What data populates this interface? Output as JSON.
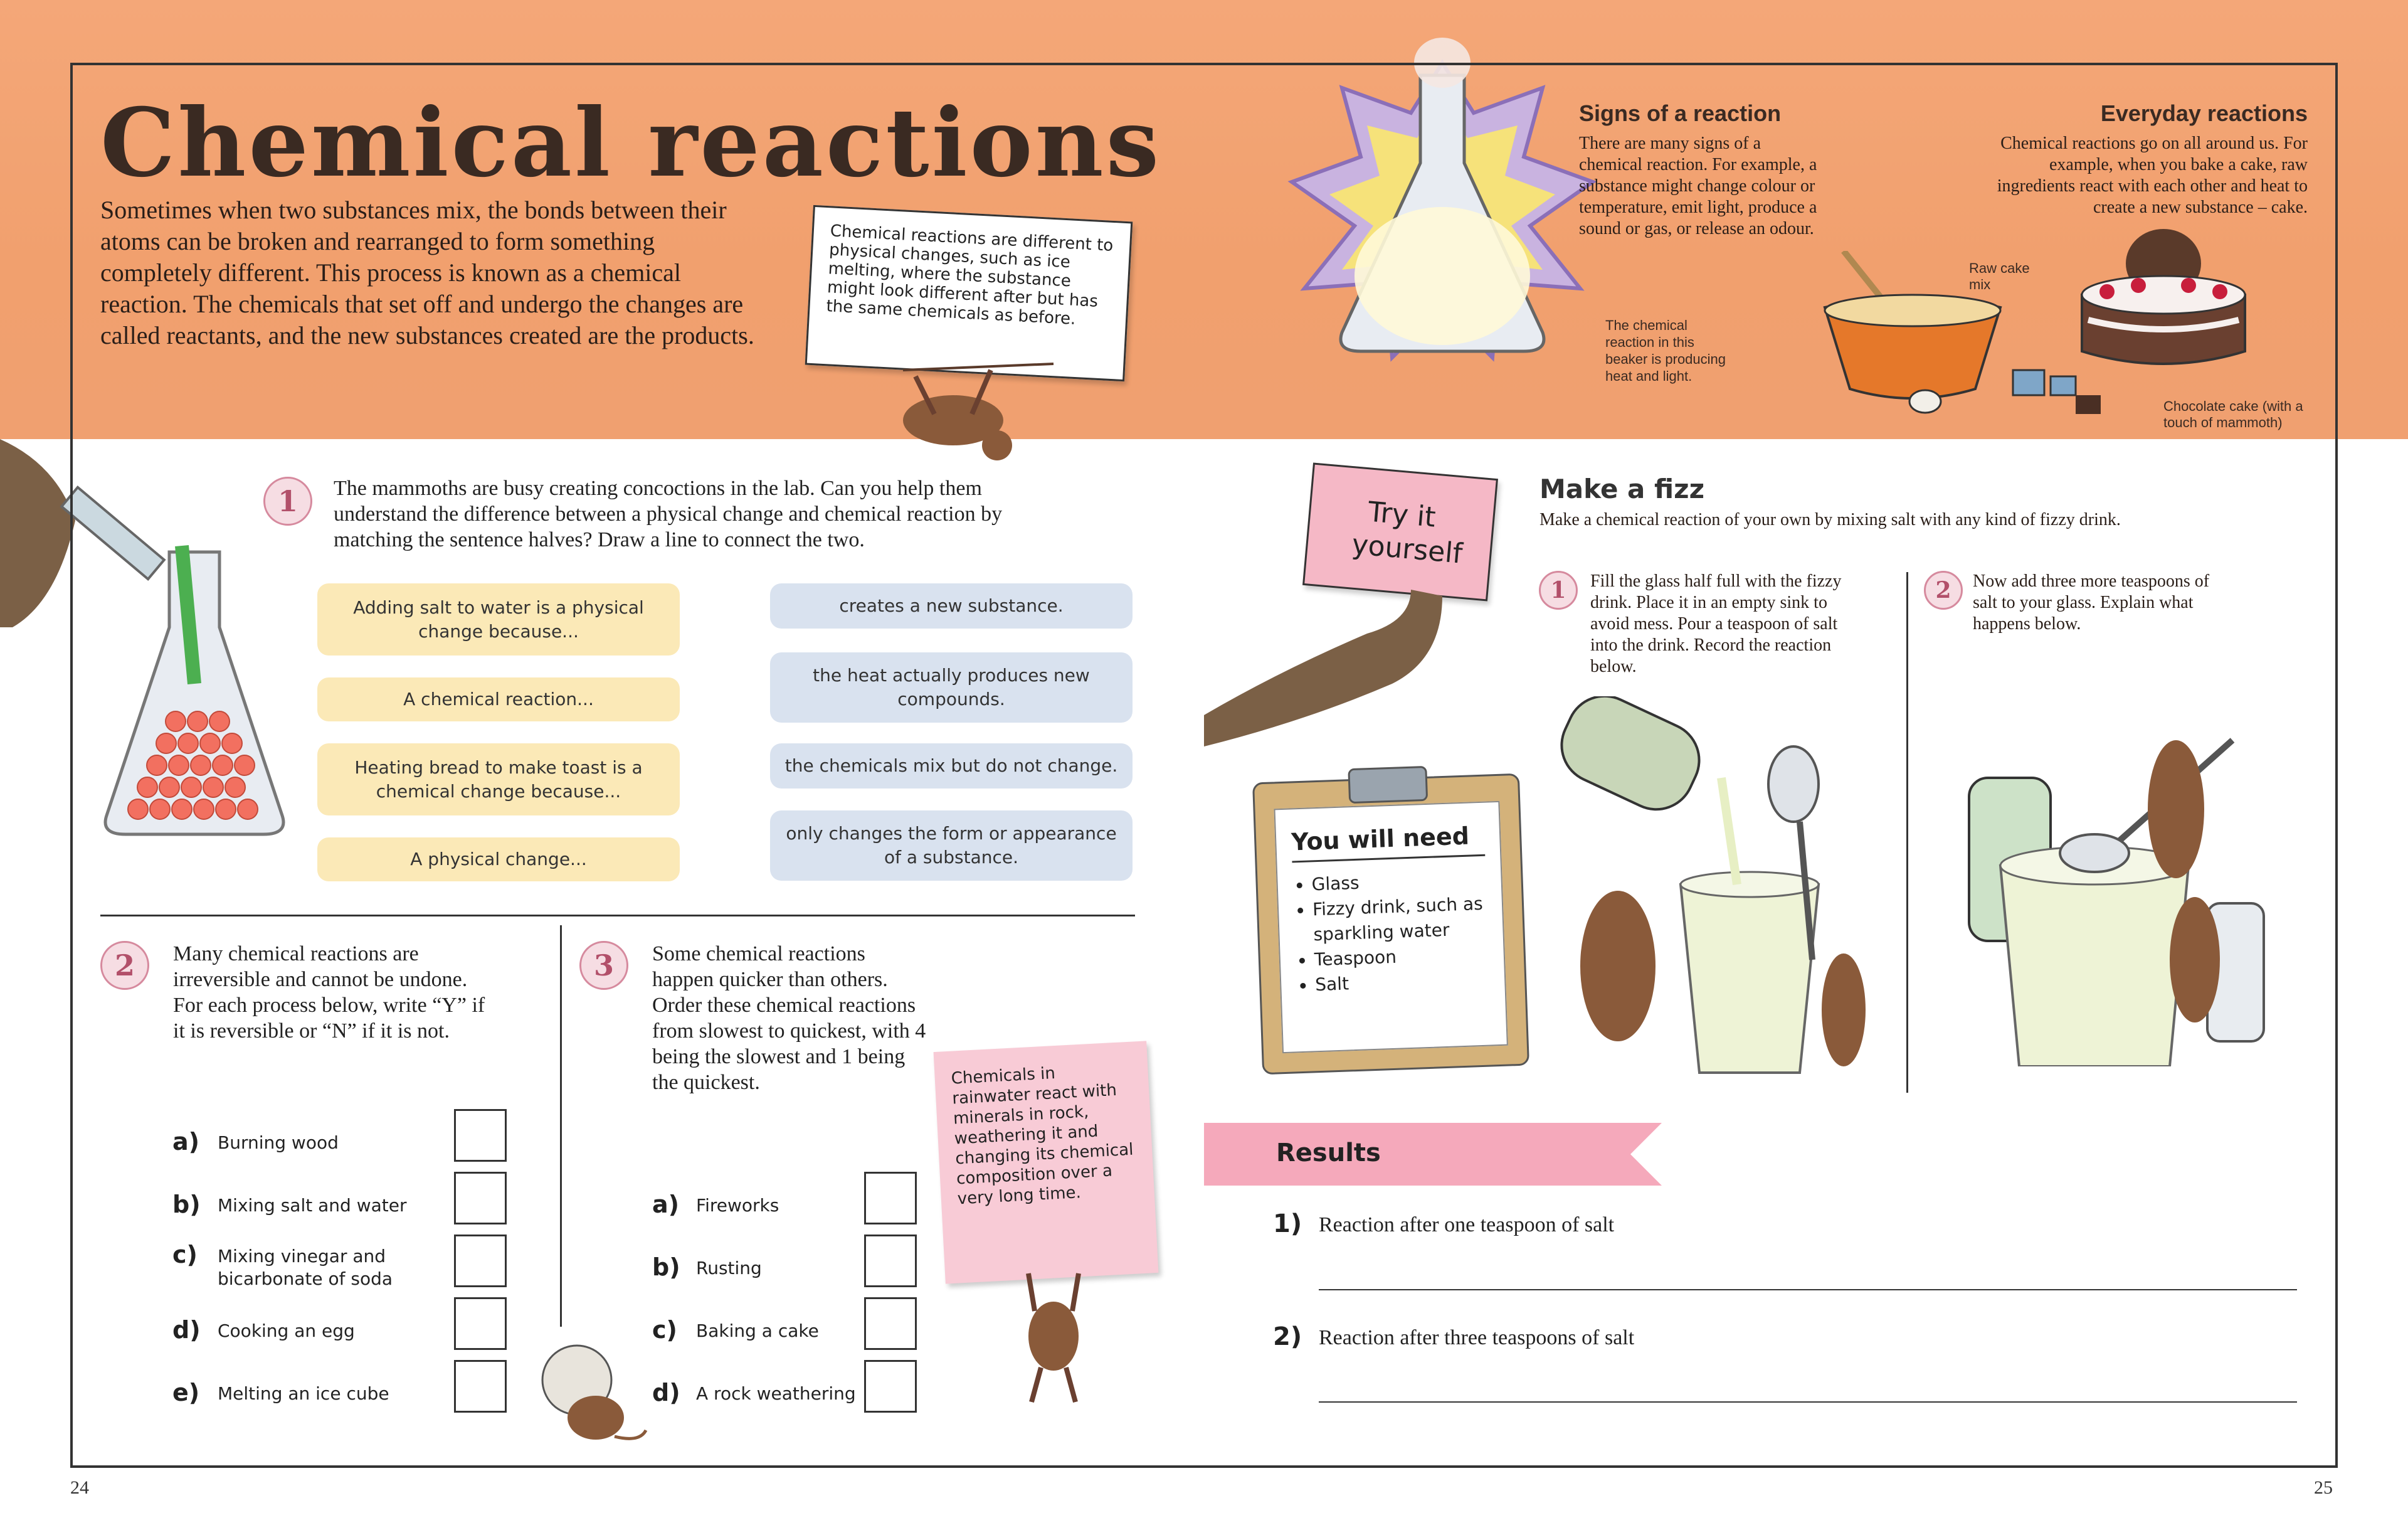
{
  "title": "Chemical reactions",
  "intro": "Sometimes when two substances mix, the bonds between their atoms can be broken and rearranged to form something completely different. This process is known as a chemical reaction. The chemicals that set off and undergo the changes are called reactants, and the new substances created are the products.",
  "note_physical": "Chemical reactions are different to physical changes, such as ice melting, where the substance might look different after but has the same chemicals as before.",
  "beaker_caption": "The chemical reaction in this beaker is producing heat and light.",
  "signs": {
    "heading": "Signs of a reaction",
    "text": "There are many signs of a chemical reaction. For example, a substance might change colour or temperature, emit light, produce a sound or gas, or release an odour."
  },
  "everyday": {
    "heading": "Everyday reactions",
    "text": "Chemical reactions go on all around us. For example, when you bake a cake, raw ingredients react with each other and heat to create a new substance – cake.",
    "raw_label": "Raw cake mix",
    "cake_label": "Chocolate cake (with a touch of mammoth)"
  },
  "q1": {
    "number": "1",
    "text": "The mammoths are busy creating concoctions in the lab. Can you help them understand the difference between a physical change and chemical reaction by matching the sentence halves? Draw a line to connect the two.",
    "left": [
      "Adding salt to water is a physical change because...",
      "A chemical reaction...",
      "Heating bread to make toast is a chemical change because...",
      "A physical change..."
    ],
    "right": [
      "creates a new substance.",
      "the heat actually produces new compounds.",
      "the chemicals mix but do not change.",
      "only changes the form or appearance of a substance."
    ]
  },
  "q2": {
    "number": "2",
    "text": "Many chemical reactions are irreversible and cannot be undone. For each process below, write “Y” if it is reversible or “N” if it is not.",
    "items": [
      {
        "letter": "a)",
        "label": "Burning wood"
      },
      {
        "letter": "b)",
        "label": "Mixing salt and water"
      },
      {
        "letter": "c)",
        "label": "Mixing vinegar and bicarbonate of soda"
      },
      {
        "letter": "d)",
        "label": "Cooking an egg"
      },
      {
        "letter": "e)",
        "label": "Melting an ice cube"
      }
    ]
  },
  "q3": {
    "number": "3",
    "text": "Some chemical reactions happen quicker than others. Order these chemical reactions from slowest to quickest, with 4 being the slowest and 1 being the quickest.",
    "items": [
      {
        "letter": "a)",
        "label": "Fireworks"
      },
      {
        "letter": "b)",
        "label": "Rusting"
      },
      {
        "letter": "c)",
        "label": "Baking a cake"
      },
      {
        "letter": "d)",
        "label": "A rock weathering"
      }
    ],
    "note": "Chemicals in rainwater react with minerals in rock, weathering it and changing its chemical composition over a very long time."
  },
  "try_it": "Try it yourself",
  "you_will_need": {
    "heading": "You will need",
    "items": [
      "Glass",
      "Fizzy drink, such as sparkling water",
      "Teaspoon",
      "Salt"
    ]
  },
  "fizz": {
    "heading": "Make a fizz",
    "intro": "Make a chemical reaction of your own by mixing salt with any kind of fizzy drink.",
    "step1_number": "1",
    "step1": "Fill the glass half full with the fizzy drink. Place it in an empty sink to avoid mess. Pour a teaspoon of salt into the drink. Record the reaction below.",
    "step2_number": "2",
    "step2": "Now add three more teaspoons of salt to your glass. Explain what happens below."
  },
  "results": {
    "heading": "Results",
    "r1_num": "1)",
    "r1": "Reaction after one teaspoon of salt",
    "r2_num": "2)",
    "r2": "Reaction after three teaspoons of salt"
  },
  "page_left": "24",
  "page_right": "25",
  "colors": {
    "header": "#f2a474",
    "pink": "#f5b8c6",
    "yellow_pill": "#fbe9b7",
    "blue_pill": "#d9e2ef"
  }
}
